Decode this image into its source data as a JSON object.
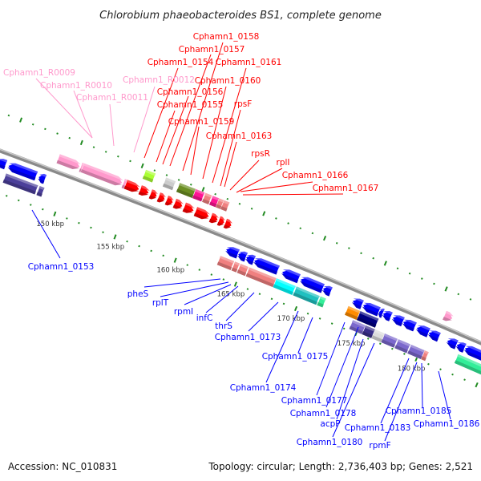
{
  "title": "Chlorobium phaeobacteroides BS1, complete genome",
  "colors": {
    "forward_label": "#ff0000",
    "rna_label": "#ff99cc",
    "reverse_label": "#0000ff",
    "backbone": "#999999",
    "ticks": "#228b22"
  },
  "ticks": {
    "labels": [
      "150 kbp",
      "155 kbp",
      "160 kbp",
      "165 kbp",
      "170 kbp",
      "175 kbp",
      "180 kbp"
    ],
    "kbp": [
      150,
      155,
      160,
      165,
      170,
      175,
      180
    ]
  },
  "rna_labels": [
    "Cphamn1_R0009",
    "Cphamn1_R0010",
    "Cphamn1_R0011",
    "Cphamn1_R0012"
  ],
  "forward_labels": [
    "Cphamn1_0154",
    "Cphamn1_0155",
    "Cphamn1_0156",
    "Cphamn1_0157",
    "Cphamn1_0158",
    "Cphamn1_0159",
    "Cphamn1_0160",
    "Cphamn1_0161",
    "rpsF",
    "Cphamn1_0163",
    "rpsR",
    "rplI",
    "Cphamn1_0166",
    "Cphamn1_0167"
  ],
  "reverse_labels": [
    "Cphamn1_0153",
    "pheS",
    "rplT",
    "rpmI",
    "infC",
    "thrS",
    "Cphamn1_0173",
    "Cphamn1_0175",
    "Cphamn1_0174",
    "Cphamn1_0177",
    "Cphamn1_0178",
    "acpP",
    "Cphamn1_0180",
    "Cphamn1_0183",
    "rpmF",
    "Cphamn1_0185",
    "Cphamn1_0186"
  ],
  "footer": {
    "accession": "Accession: NC_010831",
    "summary": "Topology: circular; Length: 2,736,403 bp; Genes: 2,521"
  }
}
